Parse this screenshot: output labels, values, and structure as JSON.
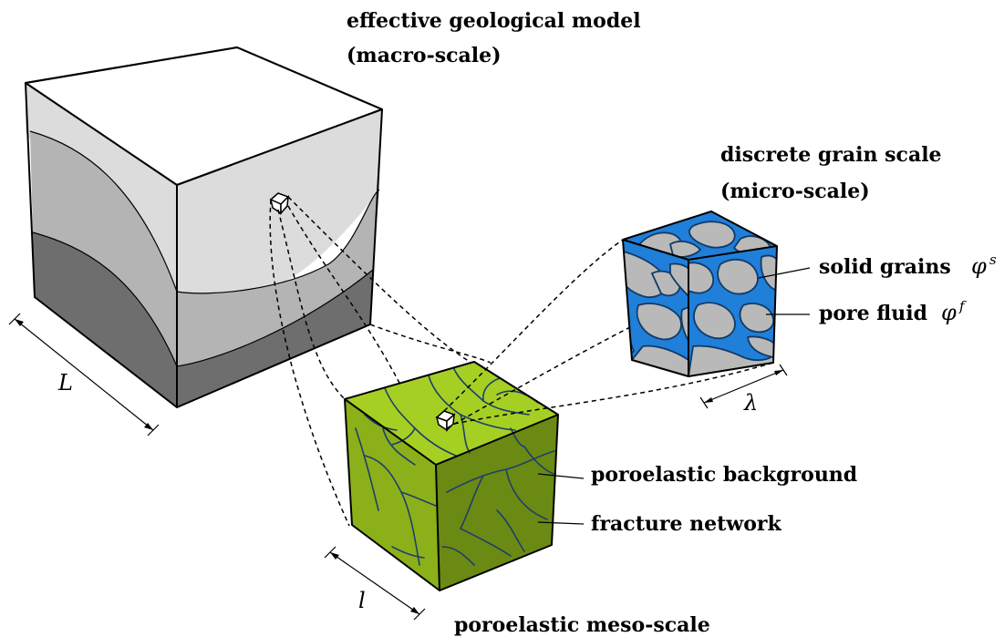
{
  "labels": {
    "macro_title_line1": "effective geological model",
    "macro_title_line2": "(macro-scale)",
    "micro_title_line1": "discrete grain scale",
    "micro_title_line2": "(micro-scale)",
    "meso_title": "poroelastic meso-scale",
    "solid_grains": "solid grains",
    "pore_fluid": "pore fluid",
    "poroelastic_background": "poroelastic background",
    "fracture_network": "fracture network"
  },
  "symbols": {
    "macro_length": "L",
    "meso_length": "l",
    "micro_length": "λ",
    "phi": "φ",
    "solid_superscript": "s",
    "fluid_superscript": "f"
  },
  "colors": {
    "macro_light": "#dcdcdc",
    "macro_mid": "#b4b4b4",
    "macro_dark": "#6e6e6e",
    "meso_top": "#a6cf24",
    "meso_left": "#8bb01a",
    "meso_right": "#6a8a14",
    "fracture": "#1f3f6a",
    "pore": "#1f7fd9",
    "grain": "#b9b9b9"
  }
}
